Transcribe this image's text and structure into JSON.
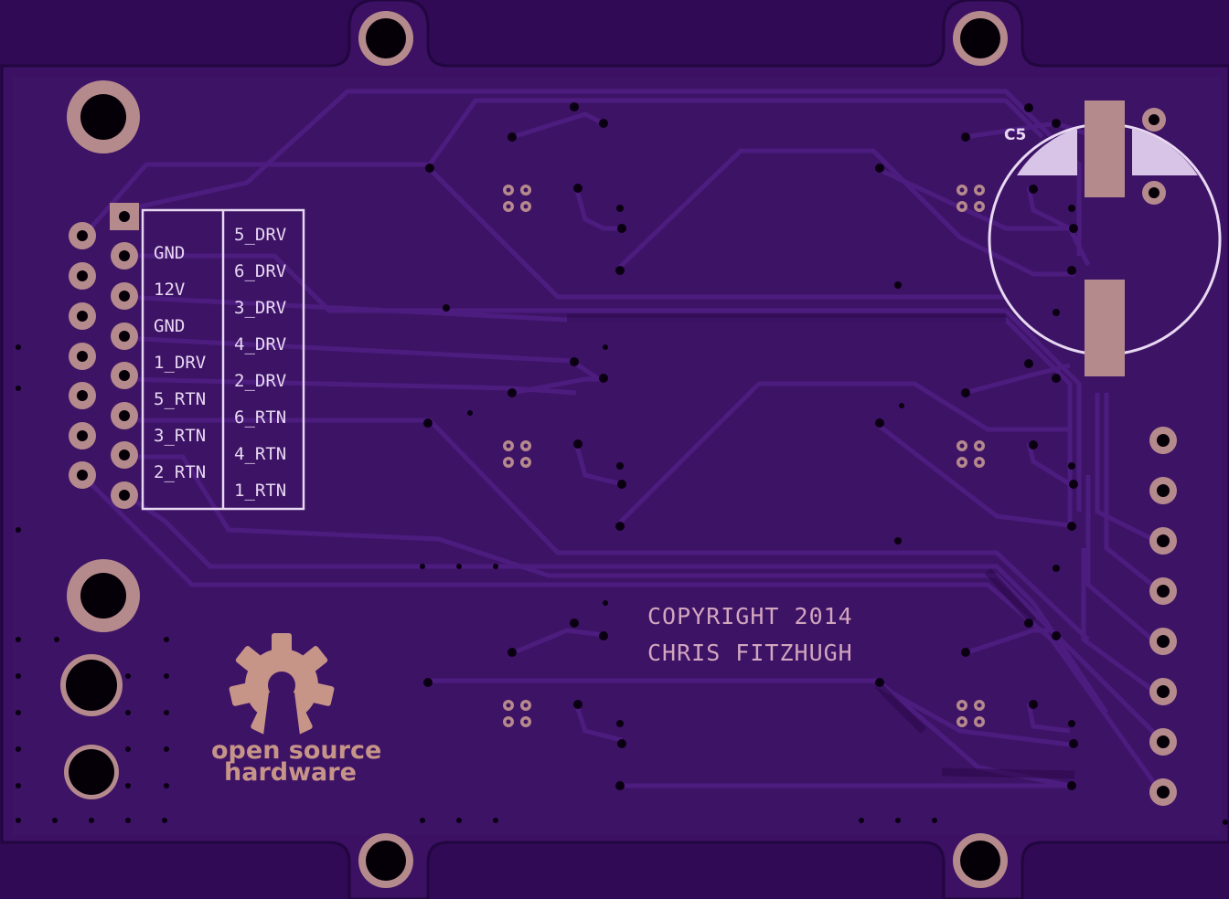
{
  "board": {
    "colors": {
      "substrate": "#300a55",
      "soldermask": "#3c1163",
      "trace": "#4a1c7a",
      "copper_pad": "#b58a8c",
      "drill": "#050008",
      "silkscreen": "#e8d8f2"
    },
    "connector_labels_left": [
      "GND",
      "12V",
      "GND",
      "1_DRV",
      "5_RTN",
      "3_RTN",
      "2_RTN"
    ],
    "connector_labels_right": [
      "5_DRV",
      "6_DRV",
      "3_DRV",
      "4_DRV",
      "2_DRV",
      "6_RTN",
      "4_RTN",
      "1_RTN"
    ],
    "component_label": "C5",
    "copyright_line1": "COPYRIGHT 2014",
    "copyright_line2": "CHRIS FITZHUGH",
    "logo_line1": "open source",
    "logo_line2": "hardware",
    "logo_icon": "open-source-hardware-gear-icon"
  }
}
